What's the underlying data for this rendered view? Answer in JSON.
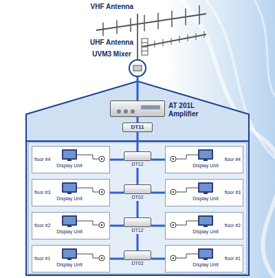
{
  "diagram": {
    "nodes": [
      {
        "text": [
          "UVM3 Mixer"
        ]
      },
      {
        "text": [
          "AT 201L Amplifier"
        ]
      },
      {
        "text": [
          "DT11"
        ]
      },
      {
        "text": [
          "floor #4",
          "Display Unit"
        ]
      },
      {
        "text": [
          "DT12"
        ]
      },
      {
        "text": [
          "Display Unit",
          "floor #4"
        ]
      },
      {
        "text": [
          "floor #3",
          "Display Unit"
        ]
      },
      {
        "text": [
          "DT02"
        ]
      },
      {
        "text": [
          "Display Unit",
          "floor #3"
        ]
      },
      {
        "text": [
          "floor #2",
          "Display Unit"
        ]
      },
      {
        "text": [
          "DT12"
        ]
      },
      {
        "text": [
          "Display Unit",
          "floor #2"
        ]
      },
      {
        "text": [
          "floor #1",
          "Display Unit"
        ]
      },
      {
        "text": [
          "DT02"
        ]
      },
      {
        "text": [
          "Display Unit",
          "floor #1"
        ]
      }
    ],
    "edges": [
      {
        "from": 0,
        "to": 1,
        "arrow": "none"
      },
      {
        "from": 1,
        "to": 2,
        "arrow": "none"
      },
      {
        "from": 2,
        "to": 4,
        "arrow": "none"
      },
      {
        "from": 4,
        "to": 7,
        "arrow": "none"
      },
      {
        "from": 7,
        "to": 10,
        "arrow": "none"
      },
      {
        "from": 10,
        "to": 13,
        "arrow": "none"
      },
      {
        "from": 4,
        "to": 3,
        "arrow": "none"
      },
      {
        "from": 4,
        "to": 5,
        "arrow": "none"
      },
      {
        "from": 7,
        "to": 6,
        "arrow": "none"
      },
      {
        "from": 7,
        "to": 8,
        "arrow": "none"
      },
      {
        "from": 10,
        "to": 9,
        "arrow": "none"
      },
      {
        "from": 10,
        "to": 11,
        "arrow": "none"
      },
      {
        "from": 13,
        "to": 12,
        "arrow": "none"
      },
      {
        "from": 13,
        "to": 14,
        "arrow": "none"
      }
    ],
    "labels": [
      "VHF Antenna",
      "UHF Antenna"
    ]
  }
}
